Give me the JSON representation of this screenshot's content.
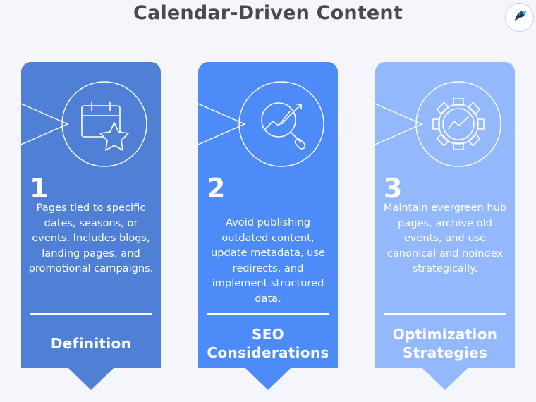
{
  "header": {
    "title": "Calendar-Driven Content",
    "logo_icon": "bird-logo-icon",
    "title_color": "#4a4a4d"
  },
  "theme": {
    "background": "#f4f6fb",
    "card1_color": "#4f80d6",
    "card2_color": "#4d8bf8",
    "card3_color": "#93b8fb",
    "text_color": "#ffffff"
  },
  "cards": [
    {
      "number": "1",
      "icon": "calendar-star-icon",
      "body": "Pages tied to specific dates, seasons, or events. Includes blogs, landing pages, and promotional campaigns.",
      "footer": "Definition",
      "color": "#4f80d6"
    },
    {
      "number": "2",
      "icon": "magnifier-trend-icon",
      "body": "Avoid publishing outdated content, update metadata, use redirects, and implement structured data.",
      "footer": "SEO Considerations",
      "color": "#4d8bf8"
    },
    {
      "number": "3",
      "icon": "gear-trend-icon",
      "body": "Maintain evergreen hub pages, archive old events, and use canonical and noindex strategically.",
      "footer": "Optimization Strategies",
      "color": "#93b8fb"
    }
  ]
}
